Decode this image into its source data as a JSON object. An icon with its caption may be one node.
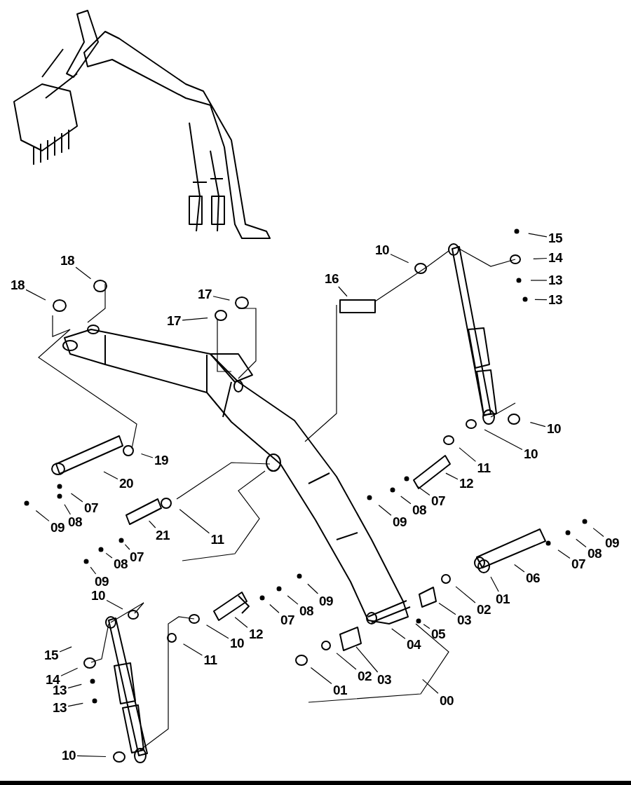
{
  "diagram": {
    "nodes": [
      {
        "text": [
          "15"
        ]
      },
      {
        "text": [
          "10"
        ]
      },
      {
        "text": [
          "14"
        ]
      },
      {
        "text": [
          "18"
        ]
      },
      {
        "text": [
          "16"
        ]
      },
      {
        "text": [
          "13"
        ]
      },
      {
        "text": [
          "18"
        ]
      },
      {
        "text": [
          "13"
        ]
      },
      {
        "text": [
          "17"
        ]
      },
      {
        "text": [
          "17"
        ]
      },
      {
        "text": [
          "10"
        ]
      },
      {
        "text": [
          "19"
        ]
      },
      {
        "text": [
          "10"
        ]
      },
      {
        "text": [
          "11"
        ]
      },
      {
        "text": [
          "12"
        ]
      },
      {
        "text": [
          "20"
        ]
      },
      {
        "text": [
          "07"
        ]
      },
      {
        "text": [
          "07"
        ]
      },
      {
        "text": [
          "08"
        ]
      },
      {
        "text": [
          "09"
        ]
      },
      {
        "text": [
          "08"
        ]
      },
      {
        "text": [
          "09"
        ]
      },
      {
        "text": [
          "11"
        ]
      },
      {
        "text": [
          "21"
        ]
      },
      {
        "text": [
          "09"
        ]
      },
      {
        "text": [
          "08"
        ]
      },
      {
        "text": [
          "07"
        ]
      },
      {
        "text": [
          "07"
        ]
      },
      {
        "text": [
          "08"
        ]
      },
      {
        "text": [
          "09"
        ]
      },
      {
        "text": [
          "06"
        ]
      },
      {
        "text": [
          "01"
        ]
      },
      {
        "text": [
          "02"
        ]
      },
      {
        "text": [
          "09"
        ]
      },
      {
        "text": [
          "10"
        ]
      },
      {
        "text": [
          "03"
        ]
      },
      {
        "text": [
          "08"
        ]
      },
      {
        "text": [
          "05"
        ]
      },
      {
        "text": [
          "07"
        ]
      },
      {
        "text": [
          "04"
        ]
      },
      {
        "text": [
          "12"
        ]
      },
      {
        "text": [
          "10"
        ]
      },
      {
        "text": [
          "15"
        ]
      },
      {
        "text": [
          "11"
        ]
      },
      {
        "text": [
          "14"
        ]
      },
      {
        "text": [
          "03"
        ]
      },
      {
        "text": [
          "02"
        ]
      },
      {
        "text": [
          "13"
        ]
      },
      {
        "text": [
          "13"
        ]
      },
      {
        "text": [
          "01"
        ]
      },
      {
        "text": [
          "00"
        ]
      },
      {
        "text": [
          "10"
        ]
      }
    ],
    "edges": [
      {
        "from": 0,
        "to": null,
        "arrow": "none"
      },
      {
        "from": 1,
        "to": null,
        "arrow": "none"
      },
      {
        "from": 2,
        "to": null,
        "arrow": "none"
      },
      {
        "from": 3,
        "to": null,
        "arrow": "none"
      },
      {
        "from": 4,
        "to": null,
        "arrow": "none"
      },
      {
        "from": 5,
        "to": null,
        "arrow": "none"
      },
      {
        "from": 6,
        "to": null,
        "arrow": "none"
      },
      {
        "from": 7,
        "to": null,
        "arrow": "none"
      },
      {
        "from": 8,
        "to": null,
        "arrow": "none"
      },
      {
        "from": 9,
        "to": null,
        "arrow": "none"
      },
      {
        "from": 10,
        "to": null,
        "arrow": "none"
      },
      {
        "from": 11,
        "to": null,
        "arrow": "none"
      },
      {
        "from": 12,
        "to": null,
        "arrow": "none"
      },
      {
        "from": 13,
        "to": null,
        "arrow": "none"
      },
      {
        "from": 14,
        "to": null,
        "arrow": "none"
      },
      {
        "from": 15,
        "to": null,
        "arrow": "none"
      },
      {
        "from": 16,
        "to": null,
        "arrow": "none"
      },
      {
        "from": 17,
        "to": null,
        "arrow": "none"
      },
      {
        "from": 18,
        "to": null,
        "arrow": "none"
      },
      {
        "from": 19,
        "to": null,
        "arrow": "none"
      },
      {
        "from": 20,
        "to": null,
        "arrow": "none"
      },
      {
        "from": 21,
        "to": null,
        "arrow": "none"
      },
      {
        "from": 22,
        "to": null,
        "arrow": "none"
      },
      {
        "from": 23,
        "to": null,
        "arrow": "none"
      },
      {
        "from": 24,
        "to": null,
        "arrow": "none"
      },
      {
        "from": 25,
        "to": null,
        "arrow": "none"
      },
      {
        "from": 26,
        "to": null,
        "arrow": "none"
      },
      {
        "from": 27,
        "to": null,
        "arrow": "none"
      },
      {
        "from": 28,
        "to": null,
        "arrow": "none"
      },
      {
        "from": 29,
        "to": null,
        "arrow": "none"
      },
      {
        "from": 30,
        "to": null,
        "arrow": "none"
      },
      {
        "from": 31,
        "to": null,
        "arrow": "none"
      },
      {
        "from": 32,
        "to": null,
        "arrow": "none"
      },
      {
        "from": 33,
        "to": null,
        "arrow": "none"
      },
      {
        "from": 34,
        "to": null,
        "arrow": "none"
      },
      {
        "from": 35,
        "to": null,
        "arrow": "none"
      },
      {
        "from": 36,
        "to": null,
        "arrow": "none"
      },
      {
        "from": 37,
        "to": null,
        "arrow": "none"
      },
      {
        "from": 38,
        "to": null,
        "arrow": "none"
      },
      {
        "from": 39,
        "to": null,
        "arrow": "none"
      },
      {
        "from": 40,
        "to": null,
        "arrow": "none"
      },
      {
        "from": 41,
        "to": null,
        "arrow": "none"
      },
      {
        "from": 42,
        "to": null,
        "arrow": "none"
      },
      {
        "from": 43,
        "to": null,
        "arrow": "none"
      },
      {
        "from": 44,
        "to": null,
        "arrow": "none"
      },
      {
        "from": 45,
        "to": null,
        "arrow": "none"
      },
      {
        "from": 46,
        "to": null,
        "arrow": "none"
      },
      {
        "from": 47,
        "to": null,
        "arrow": "none"
      },
      {
        "from": 48,
        "to": null,
        "arrow": "none"
      },
      {
        "from": 49,
        "to": null,
        "arrow": "none"
      },
      {
        "from": 50,
        "to": null,
        "arrow": "none"
      },
      {
        "from": 51,
        "to": null,
        "arrow": "none"
      }
    ]
  }
}
